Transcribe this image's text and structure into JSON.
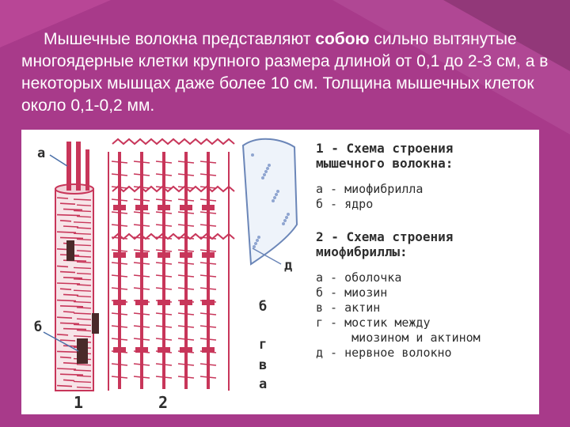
{
  "slide": {
    "colors": {
      "background": "#a83a8a",
      "accent": "#c8365a",
      "shape_dark": "#7a2c63",
      "shape_mid": "#d05aa8"
    },
    "intro_before": "Мышечные волокна представляют ",
    "intro_bold": "собою",
    "intro_after": " сильно вытянутые многоядерные клетки крупного размера длиной от 0,1 до 2-3 см, а в некоторых мышцах даже более 10 см. Толщина мышечных клеток около 0,1-0,2 мм."
  },
  "diagram": {
    "fig1_label_a": "а",
    "fig1_label_b": "б",
    "fig1_number": "1",
    "fig2_number": "2",
    "fig2_label_d": "д",
    "fig2_label_b": "б",
    "fig2_label_g": "г",
    "fig2_label_v": "в",
    "fig2_label_a": "а"
  },
  "legend": {
    "section1_title_line1": "1 - Схема строения",
    "section1_title_line2": "мышечного волокна:",
    "section1_items": [
      "а - миофибрилла",
      "б - ядро"
    ],
    "section2_title_line1": "2 - Схема строения",
    "section2_title_line2": "миофибриллы:",
    "section2_items": [
      "а - оболочка",
      "б - миозин",
      "в - актин",
      "г - мостик между",
      "     миозином и актином",
      "д - нервное волокно"
    ]
  }
}
